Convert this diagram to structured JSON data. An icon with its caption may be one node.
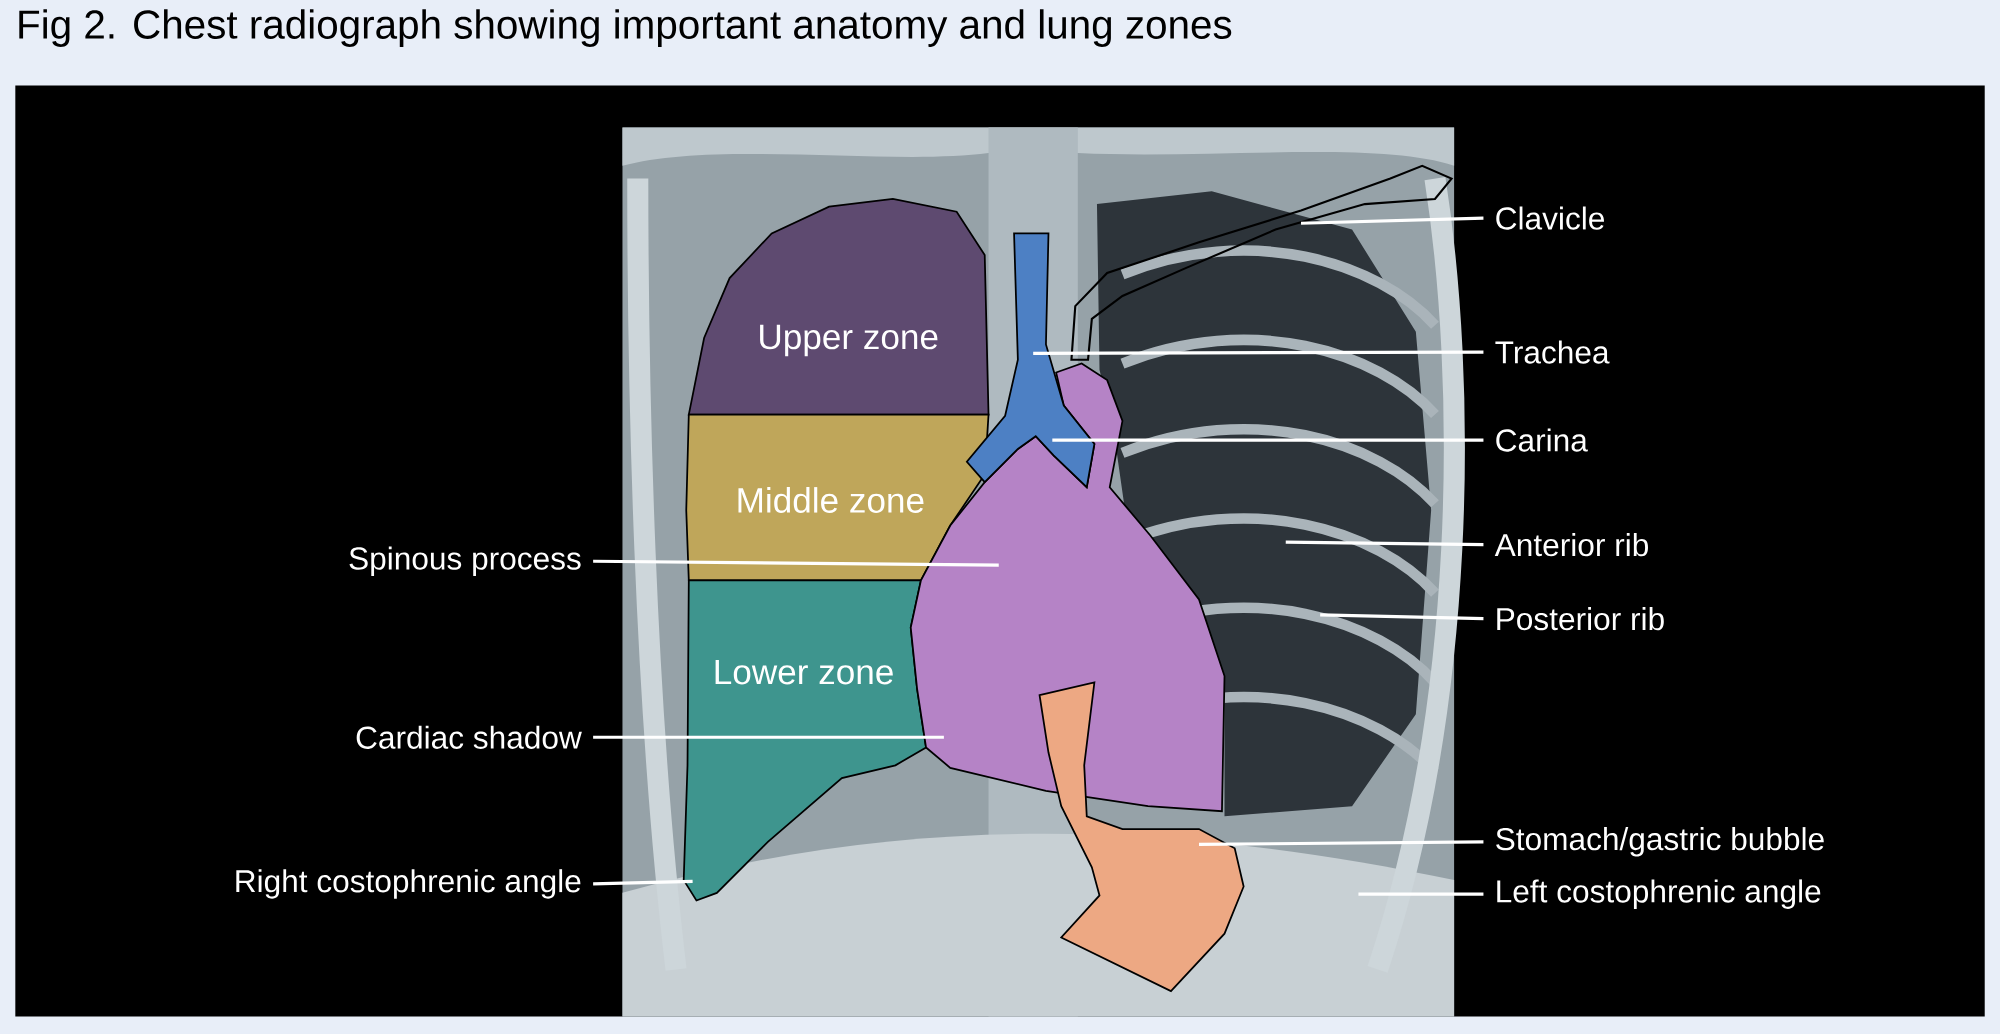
{
  "diagram": {
    "title": "Fig 2. Chest radiograph showing important anatomy and lung zones",
    "nodes": [
      {
        "text": [
          "Upper zone"
        ]
      },
      {
        "text": [
          "Middle zone"
        ]
      },
      {
        "text": [
          "Lower zone"
        ]
      },
      {
        "text": [
          "Clavicle"
        ]
      },
      {
        "text": [
          "Trachea"
        ]
      },
      {
        "text": [
          "Carina"
        ]
      },
      {
        "text": [
          "Anterior rib"
        ]
      },
      {
        "text": [
          "Posterior rib"
        ]
      },
      {
        "text": [
          "Spinous process"
        ]
      },
      {
        "text": [
          "Cardiac shadow"
        ]
      },
      {
        "text": [
          "Stomach/gastric bubble"
        ]
      },
      {
        "text": [
          "Right costophrenic angle"
        ]
      },
      {
        "text": [
          "Left costophrenic angle"
        ]
      },
      {
        "text": [],
        "shape": "bone"
      },
      {
        "text": [],
        "shape": "tube"
      },
      {
        "text": [],
        "shape": "blob"
      },
      {
        "text": [],
        "shape": "blob"
      }
    ],
    "edges": [
      {
        "from": 3,
        "to": 13,
        "arrow": "none"
      },
      {
        "from": 4,
        "to": 14,
        "arrow": "none"
      },
      {
        "from": 5,
        "to": 14,
        "arrow": "none"
      },
      {
        "from": 6,
        "to": null,
        "arrow": "none"
      },
      {
        "from": 7,
        "to": null,
        "arrow": "none"
      },
      {
        "from": 8,
        "to": 15,
        "arrow": "none"
      },
      {
        "from": 9,
        "to": 15,
        "arrow": "none"
      },
      {
        "from": 10,
        "to": 16,
        "arrow": "none"
      },
      {
        "from": 11,
        "to": 2,
        "arrow": "none"
      },
      {
        "from": 12,
        "to": null,
        "arrow": "none"
      }
    ]
  }
}
